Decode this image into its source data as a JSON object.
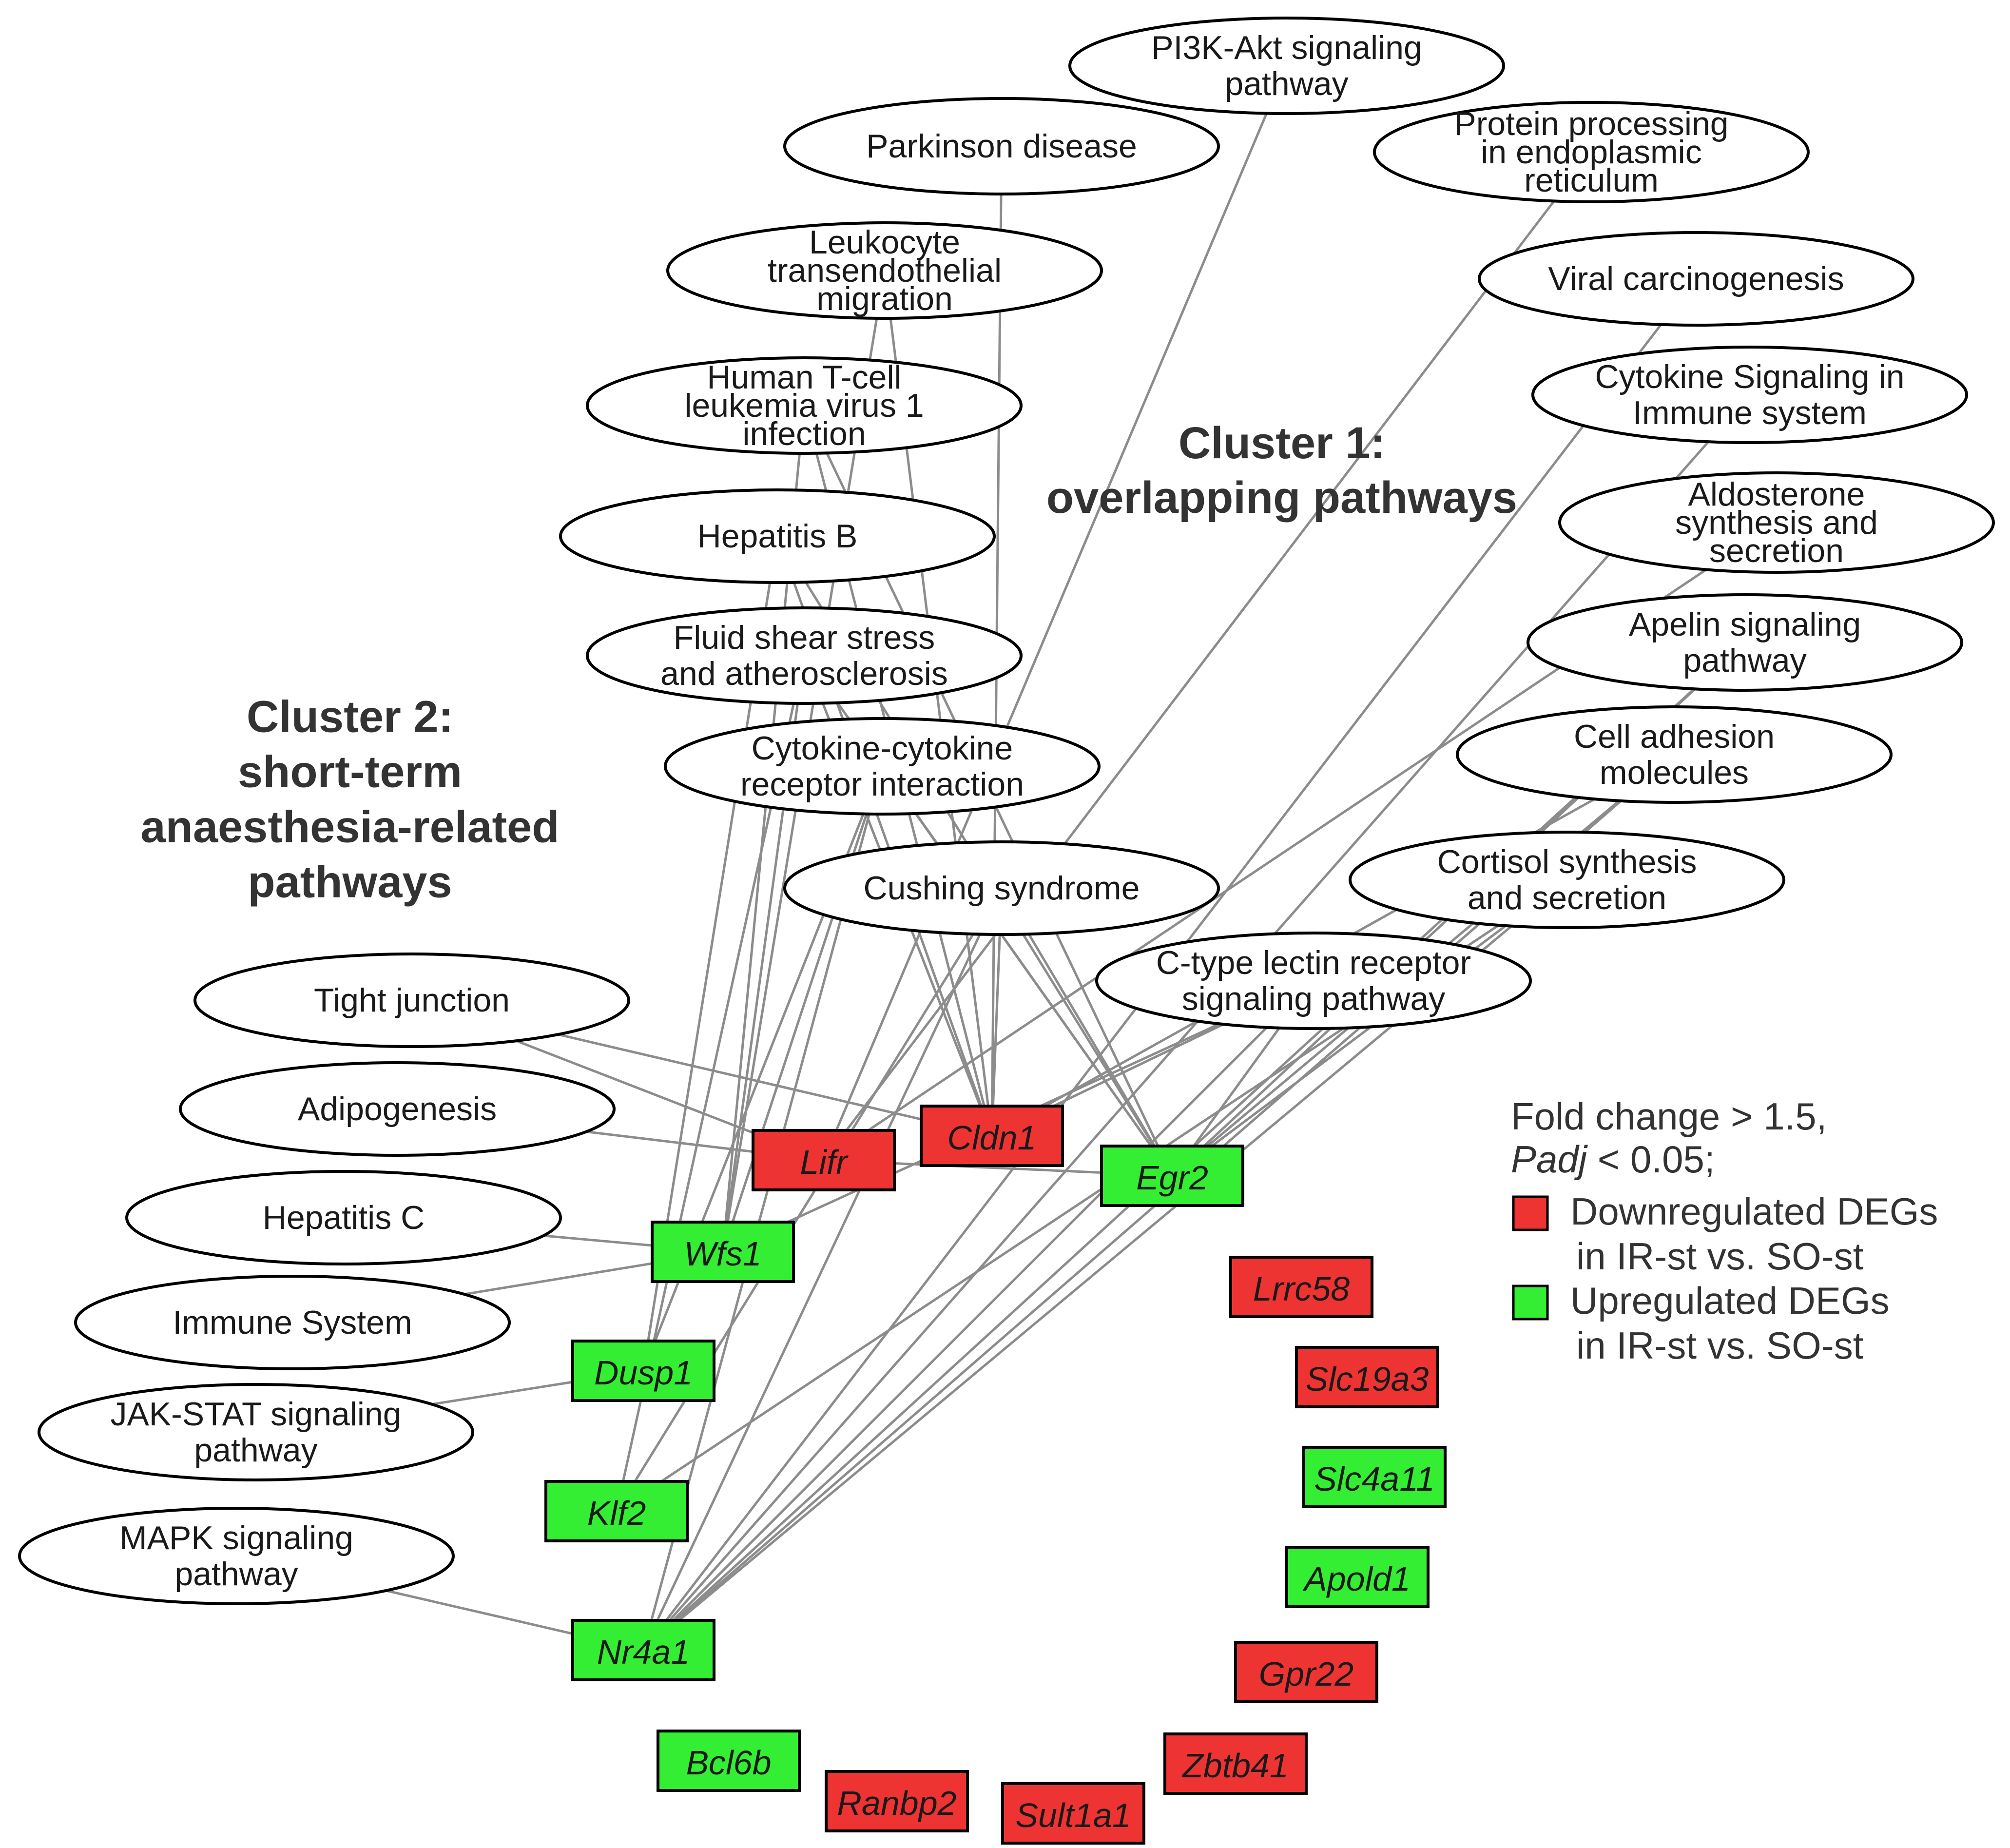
{
  "clusters": {
    "cluster1": [
      "Cluster 1:",
      "overlapping pathways"
    ],
    "cluster2": [
      "Cluster 2:",
      "short-term",
      "anaesthesia-related",
      "pathways"
    ]
  },
  "pathways": {
    "pi3k": [
      "PI3K-Akt signaling",
      "pathway"
    ],
    "parkinson": [
      "Parkinson disease"
    ],
    "protein_er": [
      "Protein processing",
      "in endoplasmic",
      "reticulum"
    ],
    "leukocyte": [
      "Leukocyte",
      "transendothelial",
      "migration"
    ],
    "viral": [
      "Viral carcinogenesis"
    ],
    "htlv": [
      "Human T-cell",
      "leukemia virus 1",
      "infection"
    ],
    "cytokine_immune": [
      "Cytokine Signaling in",
      "Immune system"
    ],
    "hepb": [
      "Hepatitis B"
    ],
    "aldosterone": [
      "Aldosterone",
      "synthesis and",
      "secretion"
    ],
    "fluid": [
      "Fluid shear stress",
      "and atherosclerosis"
    ],
    "apelin": [
      "Apelin signaling",
      "pathway"
    ],
    "cytokine_receptor": [
      "Cytokine-cytokine",
      "receptor interaction"
    ],
    "cell_adhesion": [
      "Cell adhesion",
      "molecules"
    ],
    "cushing": [
      "Cushing syndrome"
    ],
    "cortisol": [
      "Cortisol synthesis",
      "and secretion"
    ],
    "ctype": [
      "C-type lectin receptor",
      "signaling pathway"
    ],
    "tight": [
      "Tight junction"
    ],
    "adipo": [
      "Adipogenesis"
    ],
    "hepc": [
      "Hepatitis C"
    ],
    "immune": [
      "Immune System"
    ],
    "jakstat": [
      "JAK-STAT signaling",
      "pathway"
    ],
    "mapk": [
      "MAPK signaling",
      "pathway"
    ]
  },
  "genes": {
    "lifr": {
      "label": "Lifr",
      "regulation": "down"
    },
    "cldn1": {
      "label": "Cldn1",
      "regulation": "down"
    },
    "egr2": {
      "label": "Egr2",
      "regulation": "up"
    },
    "wfs1": {
      "label": "Wfs1",
      "regulation": "up"
    },
    "dusp1": {
      "label": "Dusp1",
      "regulation": "up"
    },
    "klf2": {
      "label": "Klf2",
      "regulation": "up"
    },
    "nr4a1": {
      "label": "Nr4a1",
      "regulation": "up"
    },
    "lrrc58": {
      "label": "Lrrc58",
      "regulation": "down"
    },
    "slc19a3": {
      "label": "Slc19a3",
      "regulation": "down"
    },
    "slc4a11": {
      "label": "Slc4a11",
      "regulation": "up"
    },
    "apold1": {
      "label": "Apold1",
      "regulation": "up"
    },
    "gpr22": {
      "label": "Gpr22",
      "regulation": "down"
    },
    "zbtb41": {
      "label": "Zbtb41",
      "regulation": "down"
    },
    "sult1a1": {
      "label": "Sult1a1",
      "regulation": "down"
    },
    "ranbp2": {
      "label": "Ranbp2",
      "regulation": "down"
    },
    "bcl6b": {
      "label": "Bcl6b",
      "regulation": "up"
    }
  },
  "edges": [
    [
      "lifr",
      "pi3k"
    ],
    [
      "lifr",
      "protein_er"
    ],
    [
      "lifr",
      "aldosterone"
    ],
    [
      "lifr",
      "tight"
    ],
    [
      "lifr",
      "adipo"
    ],
    [
      "lifr",
      "egr2"
    ],
    [
      "cldn1",
      "parkinson"
    ],
    [
      "cldn1",
      "leukocyte"
    ],
    [
      "cldn1",
      "htlv"
    ],
    [
      "cldn1",
      "hepb"
    ],
    [
      "cldn1",
      "fluid"
    ],
    [
      "cldn1",
      "cushing"
    ],
    [
      "cldn1",
      "cell_adhesion"
    ],
    [
      "cldn1",
      "ctype"
    ],
    [
      "cldn1",
      "tight"
    ],
    [
      "egr2",
      "cytokine_receptor"
    ],
    [
      "egr2",
      "cushing"
    ],
    [
      "egr2",
      "fluid"
    ],
    [
      "egr2",
      "hepb"
    ],
    [
      "egr2",
      "htlv"
    ],
    [
      "egr2",
      "apelin"
    ],
    [
      "egr2",
      "cortisol"
    ],
    [
      "egr2",
      "cell_adhesion"
    ],
    [
      "egr2",
      "ctype"
    ],
    [
      "wfs1",
      "leukocyte"
    ],
    [
      "wfs1",
      "htlv"
    ],
    [
      "wfs1",
      "fluid"
    ],
    [
      "wfs1",
      "cytokine_receptor"
    ],
    [
      "wfs1",
      "hepc"
    ],
    [
      "wfs1",
      "immune"
    ],
    [
      "wfs1",
      "ctype"
    ],
    [
      "dusp1",
      "hepb"
    ],
    [
      "dusp1",
      "cytokine_receptor"
    ],
    [
      "dusp1",
      "jakstat"
    ],
    [
      "klf2",
      "cushing"
    ],
    [
      "klf2",
      "fluid"
    ],
    [
      "klf2",
      "cortisol"
    ],
    [
      "nr4a1",
      "viral"
    ],
    [
      "nr4a1",
      "cytokine_immune"
    ],
    [
      "nr4a1",
      "apelin"
    ],
    [
      "nr4a1",
      "cushing"
    ],
    [
      "nr4a1",
      "cytokine_receptor"
    ],
    [
      "nr4a1",
      "mapk"
    ],
    [
      "nr4a1",
      "cortisol"
    ],
    [
      "nr4a1",
      "cell_adhesion"
    ],
    [
      "nr4a1",
      "ctype"
    ]
  ],
  "legend": {
    "criteria": [
      {
        "text": "Fold change > 1.5,",
        "italic": ""
      },
      {
        "text": " < 0.05;",
        "italic": "Padj"
      }
    ],
    "down": {
      "color": "#ee3333",
      "label": [
        "Downregulated DEGs",
        "in IR-st vs. SO-st"
      ]
    },
    "up": {
      "color": "#33ee33",
      "label": [
        "Upregulated DEGs",
        "in IR-st vs. SO-st"
      ]
    }
  }
}
